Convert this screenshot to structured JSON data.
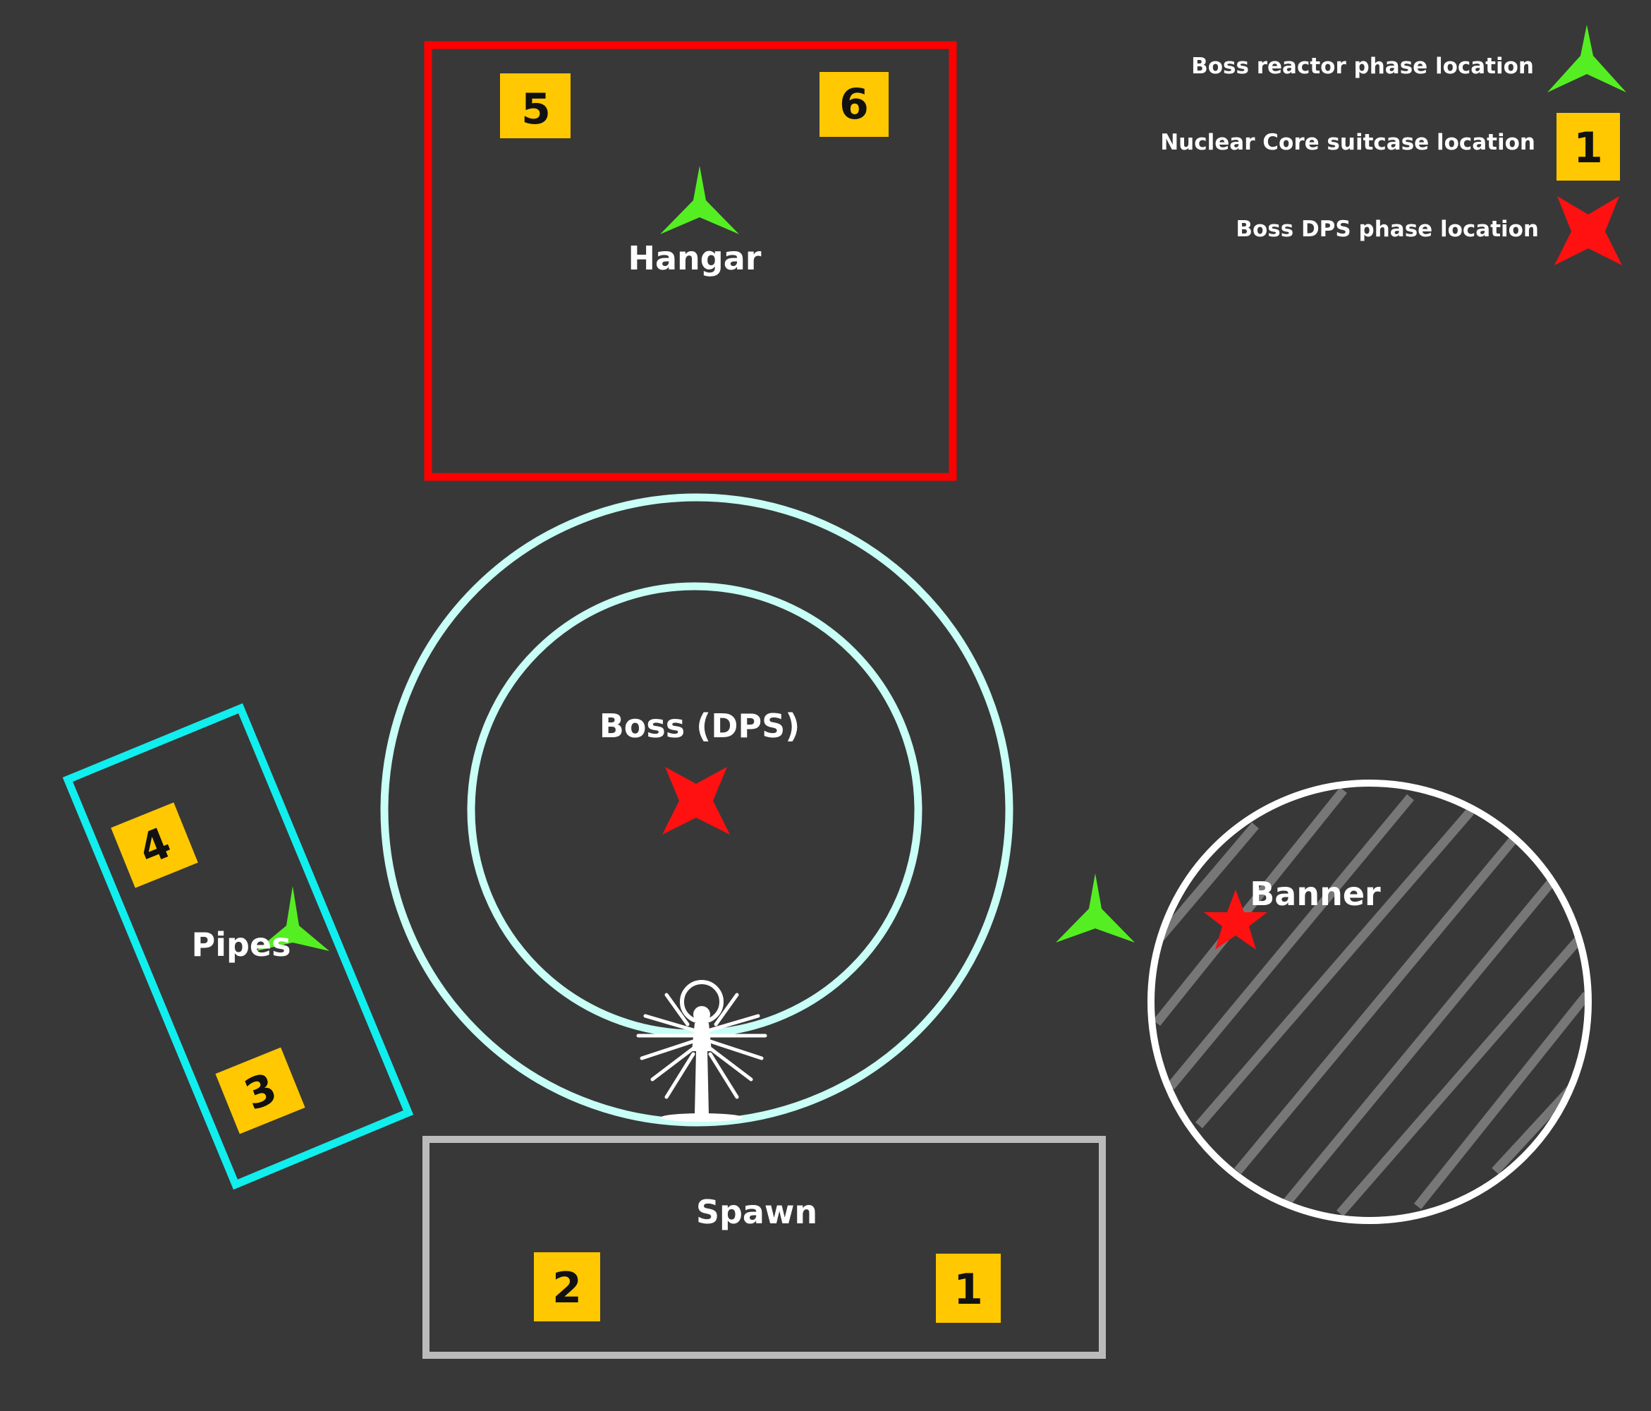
{
  "colors": {
    "background": "#383838",
    "suitcase": "#ffc800",
    "reactor_marker": "#55ee22",
    "dps_marker": "#ff1111",
    "hangar_border": "#ff0000",
    "pipes_border": "#11eeee",
    "ring": "#c8fff6",
    "spawn_border": "#bbbbbb",
    "banner_border": "#ffffff",
    "banner_hatch": "#777777"
  },
  "legend": {
    "reactor_label": "Boss reactor phase location",
    "suitcase_label": "Nuclear Core suitcase location",
    "suitcase_number": "1",
    "dps_label": "Boss DPS phase location",
    "reactor_icon": "three-point-star-icon",
    "suitcase_icon": "numbered-square-icon",
    "dps_icon": "four-point-star-icon"
  },
  "areas": {
    "hangar": "Hangar",
    "boss": "Boss (DPS)",
    "pipes": "Pipes",
    "banner": "Banner",
    "spawn": "Spawn"
  },
  "suitcases": {
    "s1": "1",
    "s2": "2",
    "s3": "3",
    "s4": "4",
    "s5": "5",
    "s6": "6"
  },
  "statue_icon": "winged-statue-icon"
}
